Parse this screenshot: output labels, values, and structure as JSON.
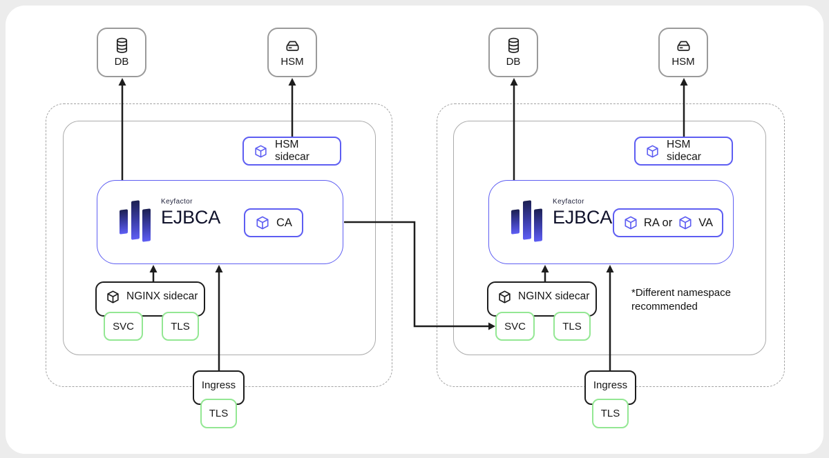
{
  "colors": {
    "accent_purple": "#5d5df2",
    "accent_green": "#93e793",
    "line_black": "#1d1d1d",
    "node_gray": "#9a9a9a"
  },
  "namespaces": [
    {
      "external": {
        "db": "DB",
        "hsm": "HSM"
      },
      "hsm_sidecar": "HSM sidecar",
      "pod": {
        "brand": "Keyfactor",
        "product": "EJBCA",
        "roles": [
          "CA"
        ]
      },
      "nginx_sidecar": "NGINX sidecar",
      "svc": "SVC",
      "nginx_tls": "TLS",
      "ingress": "Ingress",
      "ingress_tls": "TLS"
    },
    {
      "external": {
        "db": "DB",
        "hsm": "HSM"
      },
      "hsm_sidecar": "HSM sidecar",
      "pod": {
        "brand": "Keyfactor",
        "product": "EJBCA",
        "roles": [
          "RA or",
          "VA"
        ]
      },
      "nginx_sidecar": "NGINX sidecar",
      "svc": "SVC",
      "nginx_tls": "TLS",
      "ingress": "Ingress",
      "ingress_tls": "TLS",
      "note": "*Different namespace recommended"
    }
  ]
}
